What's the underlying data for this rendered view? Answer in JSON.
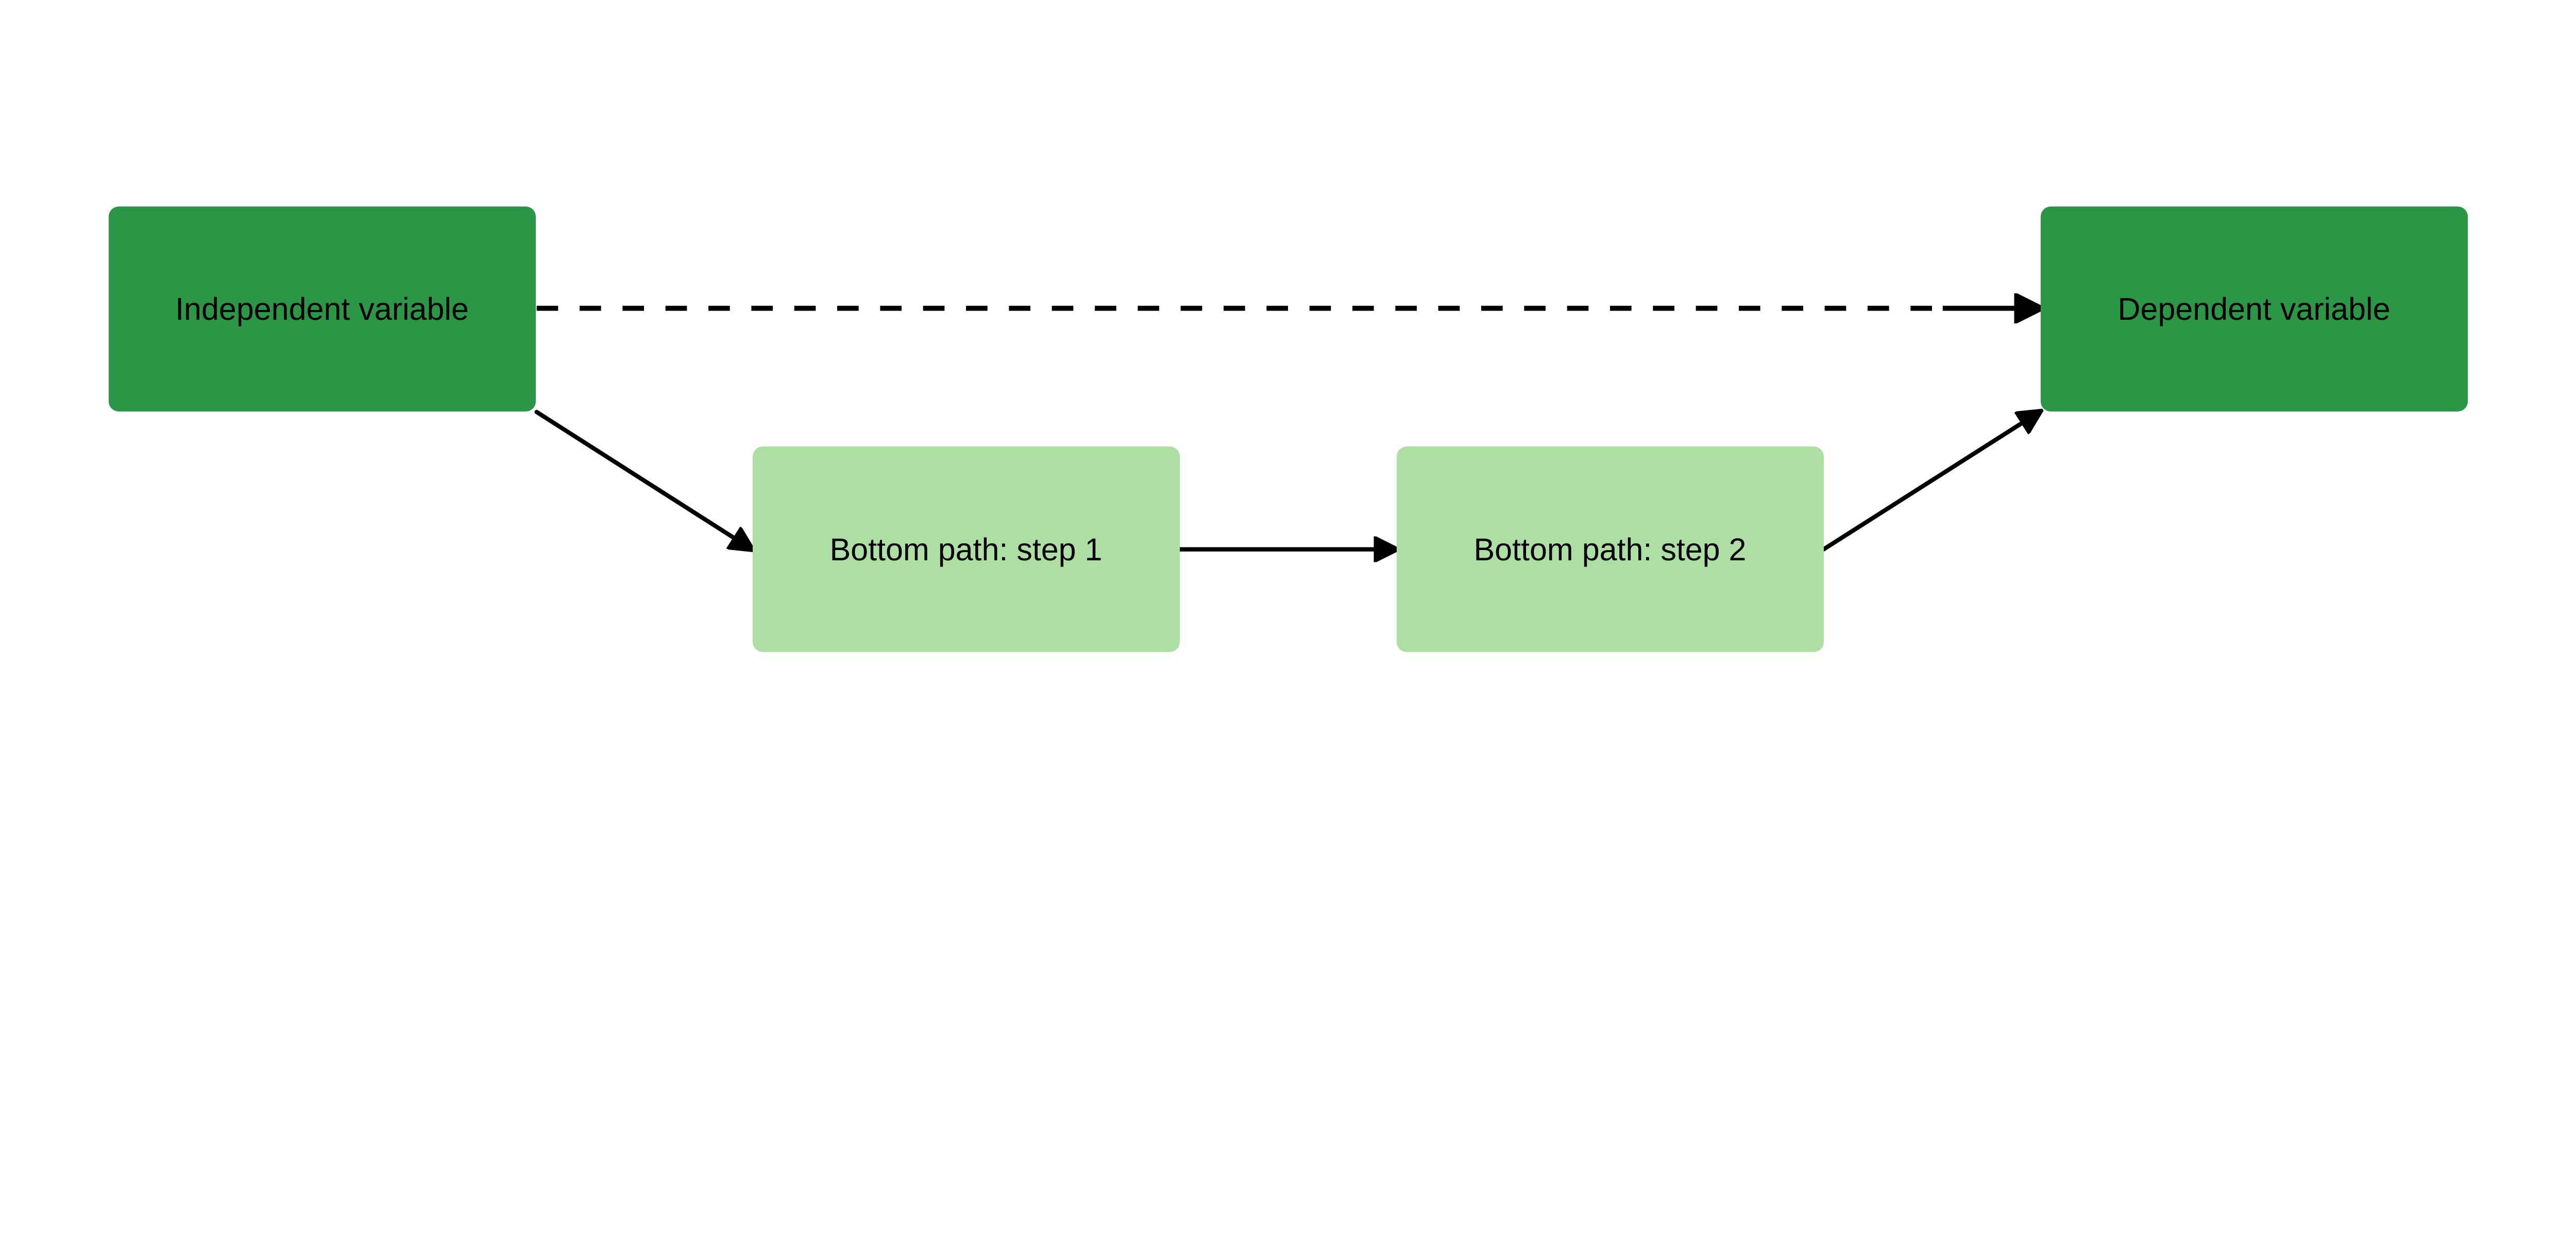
{
  "nodes": {
    "independent": {
      "label": "Independent variable",
      "color": "#2b9646"
    },
    "dependent": {
      "label": "Dependent variable",
      "color": "#2b9646"
    },
    "step1": {
      "label": "Bottom path: step 1",
      "color": "#addfa4"
    },
    "step2": {
      "label": "Bottom path: step 2",
      "color": "#addfa4"
    }
  },
  "edges": [
    {
      "from": "independent",
      "to": "dependent",
      "style": "dashed"
    },
    {
      "from": "independent",
      "to": "step1",
      "style": "solid"
    },
    {
      "from": "step1",
      "to": "step2",
      "style": "solid"
    },
    {
      "from": "step2",
      "to": "dependent",
      "style": "solid"
    }
  ]
}
